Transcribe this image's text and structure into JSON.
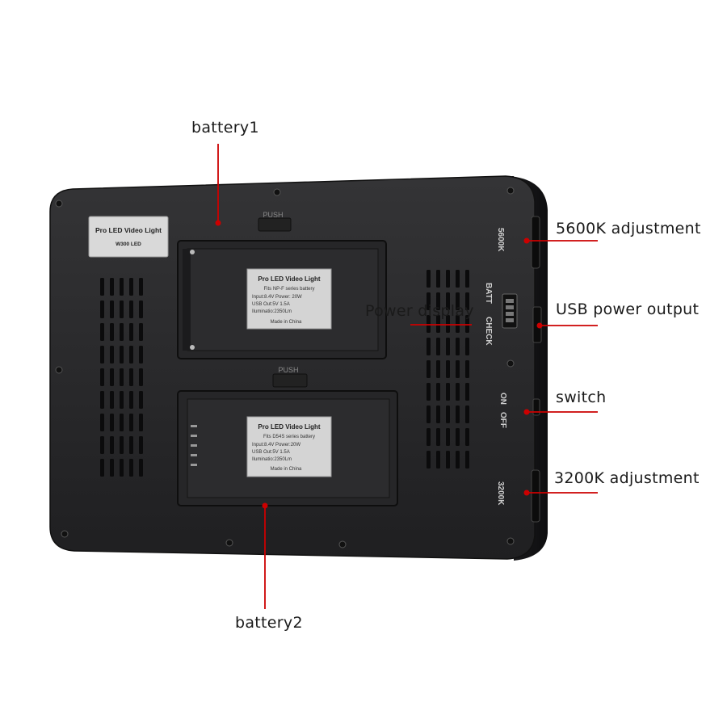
{
  "callouts": {
    "battery1": "battery1",
    "battery2": "battery2",
    "power_display": "Power display",
    "k5600_adjustment": "5600K adjustment",
    "usb_power_output": "USB power output",
    "switch": "switch",
    "k3200_adjustment": "3200K adjustment"
  },
  "device": {
    "top_sticker": {
      "title": "Pro LED Video Light",
      "model": "W300 LED"
    },
    "push_label_top": "PUSH",
    "push_label_bottom": "PUSH",
    "battery1_sticker": {
      "title": "Pro LED Video Light",
      "lines": [
        "Fits NP-F series battery",
        "Input:8.4V   Power: 20W",
        "USB Out:5V 1.5A",
        "Iluminatio:2350Lm",
        "Made in China"
      ]
    },
    "battery2_sticker": {
      "title": "Pro LED Video Light",
      "lines": [
        "Fits D54S series battery",
        "Input:8.4V   Power:20W",
        "USB Out:5V 1.5A",
        "Iluminatio:2350Lm",
        "Made in China"
      ]
    },
    "side_labels": {
      "k5600": "5600K",
      "batt": "BATT",
      "check": "CHECK",
      "on": "ON",
      "off": "OFF",
      "k3200": "3200K"
    }
  },
  "colors": {
    "leader_line": "#cc0000",
    "body": "#2a2a2c",
    "sticker": "#d8d8d8"
  }
}
